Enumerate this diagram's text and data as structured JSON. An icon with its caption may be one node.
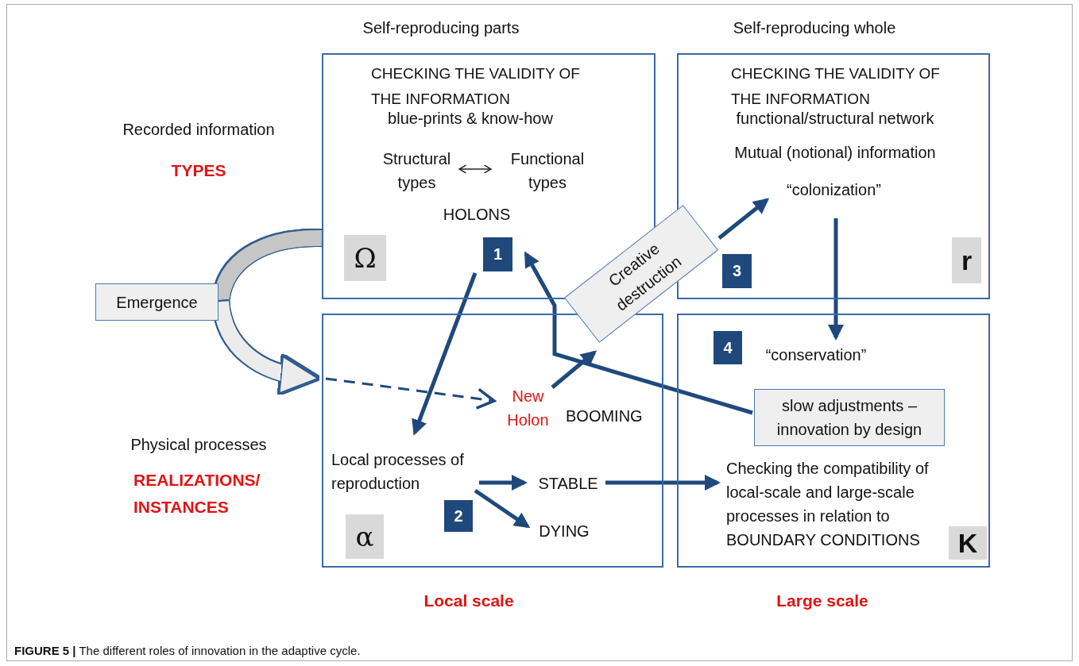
{
  "diagram": {
    "caption": "**FIGURE 5 |** The different roles of innovation in the adaptive cycle.",
    "nodes": [
      {
        "text": [
          "CHECKING THE VALIDITY OF THE INFORMATION",
          "blue-prints & know-how",
          "HOLONS"
        ]
      },
      {
        "text": [
          "Structural types"
        ],
        "in": 0
      },
      {
        "text": [
          "Functional types"
        ],
        "in": 0
      },
      {
        "text": [
          "Ω"
        ],
        "in": 0
      },
      {
        "text": [
          "1"
        ],
        "in": 0
      },
      {
        "text": [
          "CHECKING THE VALIDITY OF THE INFORMATION",
          "functional/structural network",
          "Mutual (notional) information"
        ]
      },
      {
        "text": [
          "“colonization”"
        ],
        "in": 5
      },
      {
        "text": [
          "r"
        ],
        "in": 5
      },
      {
        "text": [
          "Emergence"
        ]
      },
      {
        "text": [],
        "shape": "box"
      },
      {
        "text": [
          "New Holon"
        ],
        "in": 9,
        "beside": [
          "BOOMING"
        ]
      },
      {
        "text": [
          "Local processes of reproduction"
        ],
        "in": 9
      },
      {
        "text": [
          "STABLE"
        ],
        "in": 9
      },
      {
        "text": [
          "DYING"
        ],
        "in": 9
      },
      {
        "text": [
          "2"
        ],
        "in": 9
      },
      {
        "text": [
          "α"
        ],
        "in": 9
      },
      {
        "text": [],
        "shape": "box"
      },
      {
        "text": [
          "“conservation”"
        ],
        "in": 16
      },
      {
        "text": [
          "slow adjustments – innovation by design"
        ],
        "in": 16
      },
      {
        "text": [
          "Checking the compatibility of local-scale and large-scale processes in relation to BOUNDARY CONDITIONS"
        ],
        "in": 16
      },
      {
        "text": [
          "K"
        ],
        "in": 16
      },
      {
        "text": [
          "Creative destruction"
        ]
      },
      {
        "text": [
          "3"
        ],
        "in": 5
      },
      {
        "text": [
          "4"
        ],
        "in": 16
      }
    ],
    "edges": [
      {
        "from": 1,
        "to": 2,
        "arrow": "both",
        "color": "#222222"
      },
      {
        "from": 0,
        "to": 8,
        "arrow": "none",
        "style": "thick",
        "color": "#c6c6c6"
      },
      {
        "from": 8,
        "to": 9,
        "arrow": "to",
        "style": "thick",
        "color": "#ececec"
      },
      {
        "from": null,
        "to": 10,
        "arrow": "to",
        "style": "dashed"
      },
      {
        "from": 4,
        "to": 11,
        "arrow": "to"
      },
      {
        "from": 11,
        "to": 12,
        "arrow": "to"
      },
      {
        "from": 11,
        "to": 13,
        "arrow": "to"
      },
      {
        "from": 10,
        "to": 21,
        "arrow": "to"
      },
      {
        "from": 21,
        "to": 6,
        "arrow": "to"
      },
      {
        "from": 6,
        "to": 17,
        "arrow": "to"
      },
      {
        "from": 18,
        "to": 4,
        "arrow": "to"
      },
      {
        "from": 12,
        "to": 19,
        "arrow": "to"
      }
    ],
    "labels": [
      "Self-reproducing parts",
      "Self-reproducing whole",
      "Recorded information",
      "TYPES",
      "Physical processes",
      "REALIZATIONS/ INSTANCES",
      "Local scale",
      "Large scale"
    ]
  }
}
